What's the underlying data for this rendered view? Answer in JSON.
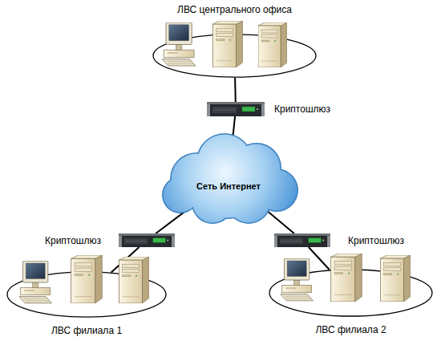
{
  "diagram": {
    "nodes": [
      {
        "text": [
          "ЛВС центрального офиса"
        ]
      },
      {
        "text": [
          "Криптошлюз"
        ]
      },
      {
        "text": [
          "Сеть Интернет"
        ]
      },
      {
        "text": [
          "Криптошлюз"
        ]
      },
      {
        "text": [
          "Криптошлюз"
        ]
      },
      {
        "text": [
          "ЛВС филиала 1"
        ]
      },
      {
        "text": [
          "ЛВС филиала 2"
        ]
      }
    ],
    "edges": [
      {
        "from": 0,
        "to": 1,
        "arrow": "none"
      },
      {
        "from": 1,
        "to": 2,
        "arrow": "none"
      },
      {
        "from": 2,
        "to": 3,
        "arrow": "none"
      },
      {
        "from": 2,
        "to": 4,
        "arrow": "none"
      },
      {
        "from": 3,
        "to": 5,
        "arrow": "none"
      },
      {
        "from": 4,
        "to": 6,
        "arrow": "none"
      }
    ]
  }
}
